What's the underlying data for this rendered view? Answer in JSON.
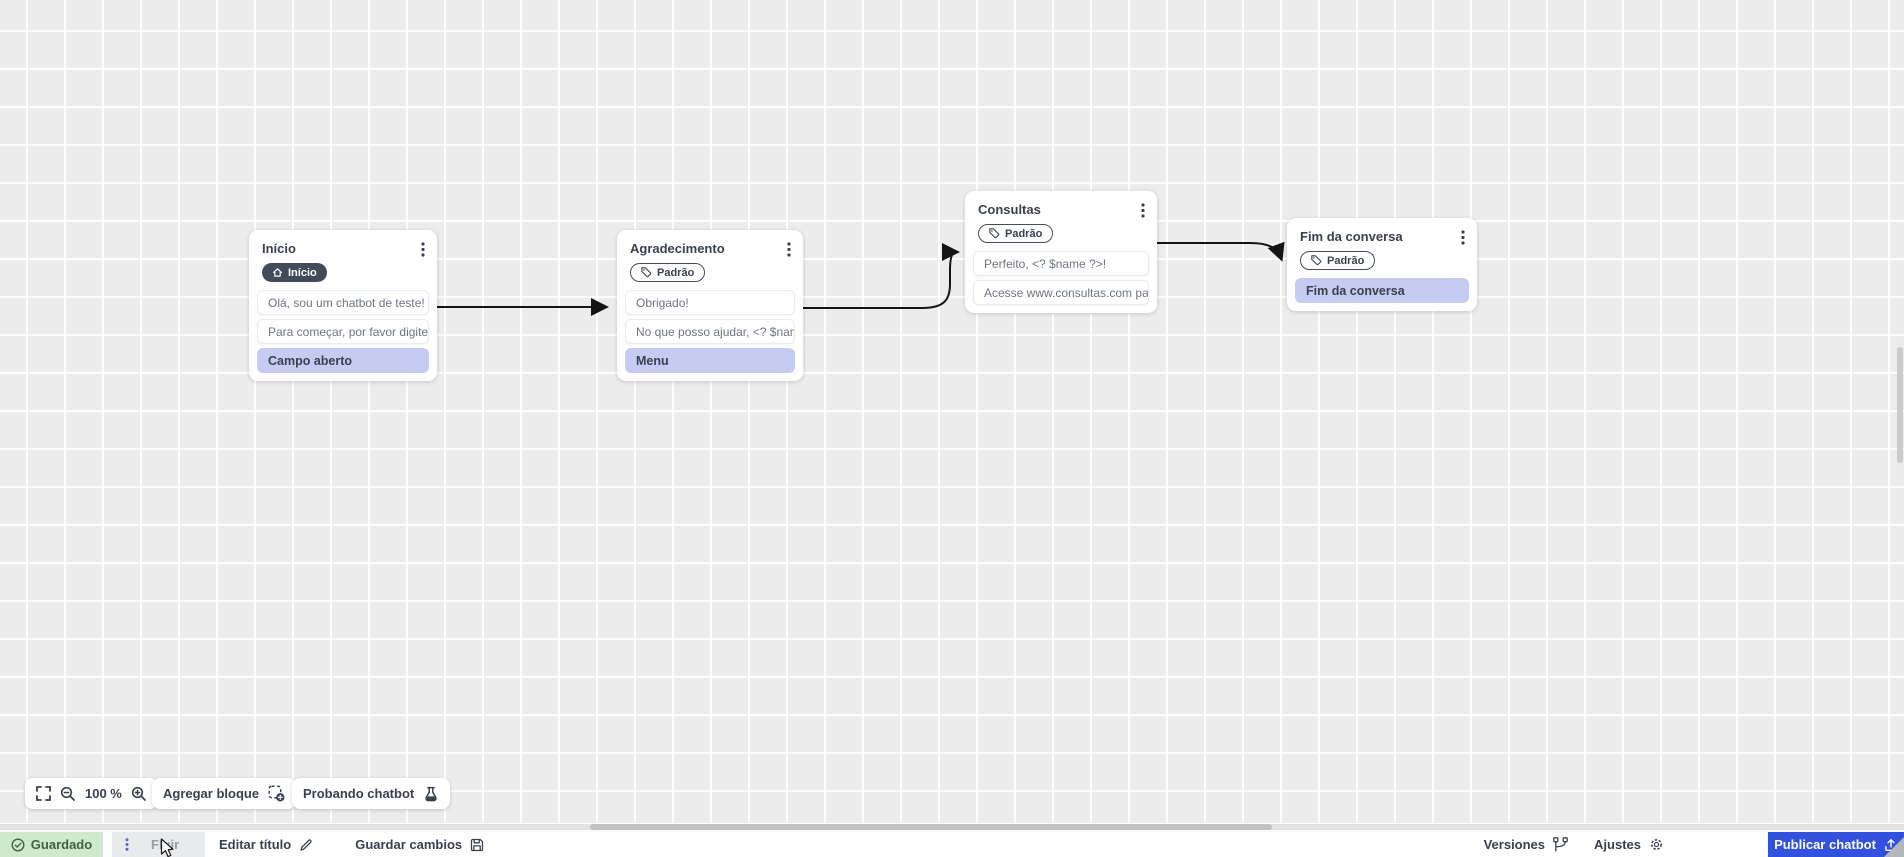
{
  "canvas": {
    "nodes": [
      {
        "title": "Início",
        "badge": {
          "icon": "home-icon",
          "label": "Início",
          "style": "dark"
        },
        "items": [
          {
            "type": "message",
            "text": "Olá, sou um chatbot de teste!"
          },
          {
            "type": "message",
            "text": "Para começar, por favor digite o ..."
          },
          {
            "type": "output",
            "text": "Campo aberto"
          }
        ]
      },
      {
        "title": "Agradecimento",
        "badge": {
          "icon": "tag-icon",
          "label": "Padrão",
          "style": "outline"
        },
        "items": [
          {
            "type": "message",
            "text": "Obrigado!"
          },
          {
            "type": "message",
            "text": "No que posso ajudar, <? $name ..."
          },
          {
            "type": "output",
            "text": "Menu"
          }
        ]
      },
      {
        "title": "Consultas",
        "badge": {
          "icon": "tag-icon",
          "label": "Padrão",
          "style": "outline"
        },
        "items": [
          {
            "type": "message",
            "text": "Perfeito, <? $name ?>!"
          },
          {
            "type": "message",
            "text": "Acesse www.consultas.com par..."
          }
        ]
      },
      {
        "title": "Fim da conversa",
        "badge": {
          "icon": "tag-icon",
          "label": "Padrão",
          "style": "outline"
        },
        "items": [
          {
            "type": "output",
            "text": "Fim da conversa"
          }
        ]
      }
    ],
    "connections": [
      {
        "from": "Início",
        "to": "Agradecimento"
      },
      {
        "from": "Agradecimento",
        "to": "Consultas"
      },
      {
        "from": "Consultas",
        "to": "Fim da conversa"
      }
    ]
  },
  "view_controls": {
    "fit_icon": "fit-view-icon",
    "zoom_out_icon": "zoom-out-icon",
    "zoom_level": "100 %",
    "zoom_in_icon": "zoom-in-icon"
  },
  "toolbar_buttons": {
    "add_block": {
      "label": "Agregar bloque",
      "icon": "add-block-icon"
    },
    "test_chatbot": {
      "label": "Probando chatbot",
      "icon": "flask-icon"
    }
  },
  "status_bar": {
    "saved": {
      "label": "Guardado",
      "icon": "check-circle-icon"
    },
    "flow_tab": {
      "label": "Fluir",
      "icon": "kebab-menu-icon"
    },
    "edit_title": {
      "label": "Editar título",
      "icon": "pencil-icon"
    },
    "save_changes": {
      "label": "Guardar cambios",
      "icon": "save-icon"
    },
    "versions": {
      "label": "Versiones",
      "icon": "branch-icon"
    },
    "settings": {
      "label": "Ajustes",
      "icon": "gear-icon"
    },
    "publish": {
      "label": "Publicar chatbot",
      "icon": "upload-icon"
    }
  },
  "colors": {
    "canvas_bg": "#ececec",
    "highlight_purple": "#c5cbf1",
    "badge_dark": "#424b59",
    "saved_green_bg": "#cfe9cd",
    "accent_blue": "#3351df",
    "arrow": "#141414",
    "kebab_indigo": "#5864d6"
  }
}
